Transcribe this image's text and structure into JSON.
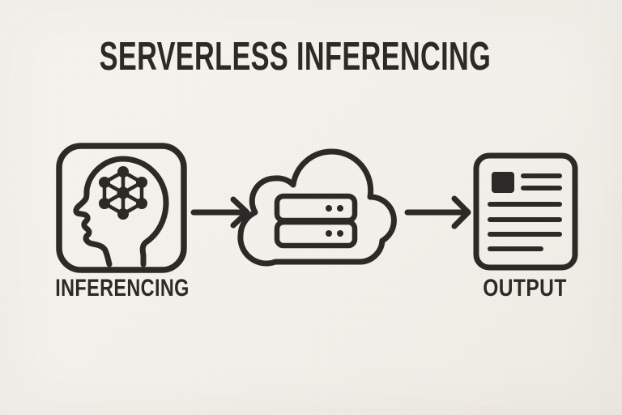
{
  "title": "SERVERLESS INFERENCING",
  "colors": {
    "background": "#f2f0ea",
    "ink": "#2b2a27"
  },
  "flow": {
    "direction": "left-to-right",
    "nodes": [
      {
        "id": "inferencing",
        "icon": "head-neural-network-icon",
        "label": "INFERENCING"
      },
      {
        "id": "serverless-cloud",
        "icon": "cloud-servers-icon",
        "label": ""
      },
      {
        "id": "output",
        "icon": "document-icon",
        "label": "OUTPUT"
      }
    ],
    "connections": [
      {
        "from": "inferencing",
        "to": "serverless-cloud",
        "style": "right-arrow"
      },
      {
        "from": "serverless-cloud",
        "to": "output",
        "style": "right-arrow"
      }
    ]
  }
}
